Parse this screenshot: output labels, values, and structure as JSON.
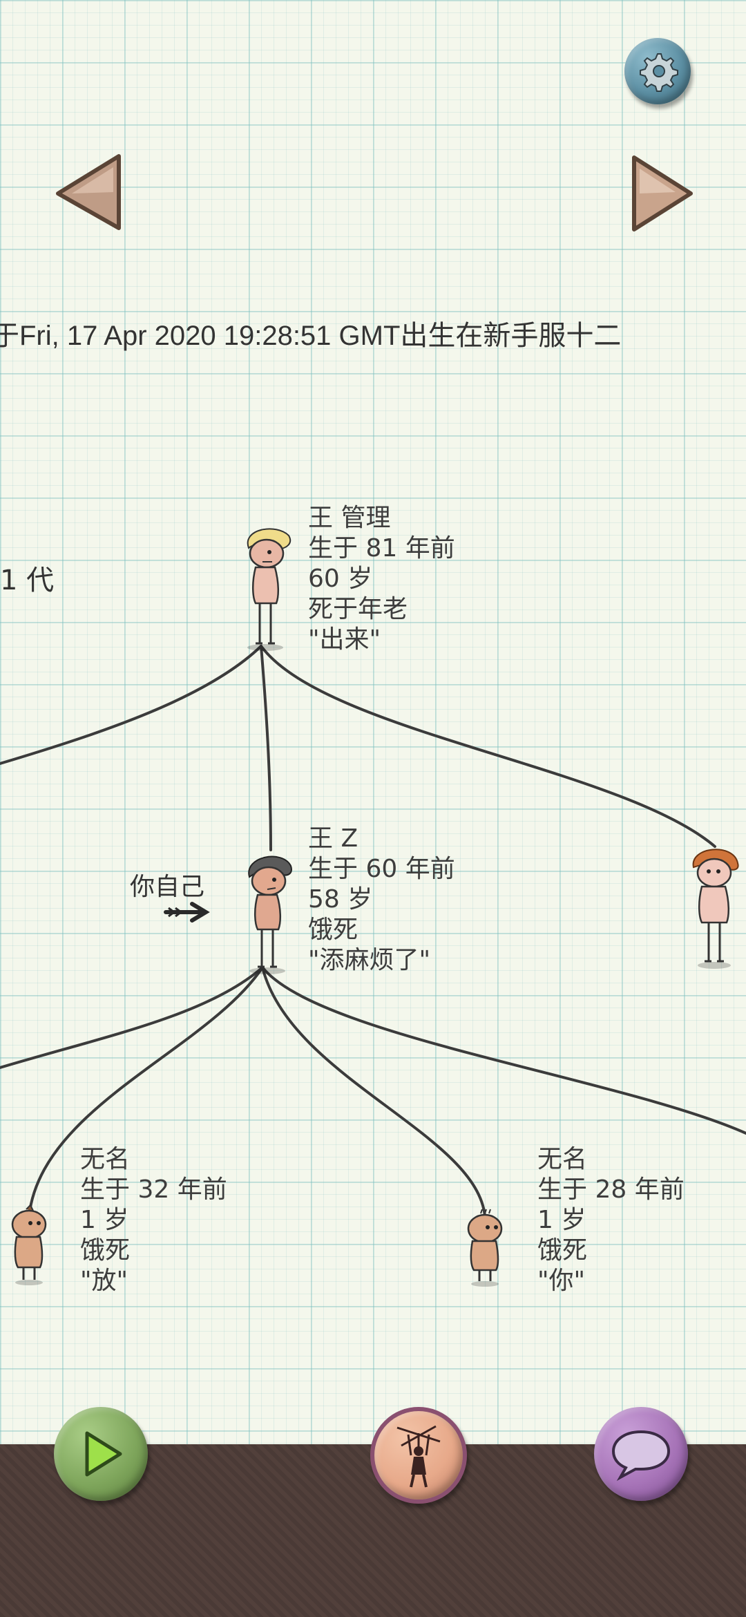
{
  "header": {
    "birth_line": "于Fri, 17 Apr 2020 19:28:51 GMT出生在新手服十二",
    "generation": "1 代"
  },
  "self_marker": "你自己",
  "people": {
    "root": {
      "name": "王 管理",
      "born": "生于 81 年前",
      "age": "60 岁",
      "death": "死于年老",
      "quote": "\"出来\""
    },
    "self": {
      "name": "王 Z",
      "born": "生于 60 年前",
      "age": "58 岁",
      "death": "饿死",
      "quote": "\"添麻烦了\""
    },
    "child1": {
      "name": "无名",
      "born": "生于 32 年前",
      "age": "1 岁",
      "death": "饿死",
      "quote": "\"放\""
    },
    "child2": {
      "name": "无名",
      "born": "生于 28 年前",
      "age": "1 岁",
      "death": "饿死",
      "quote": "\"你\""
    }
  },
  "icons": {
    "settings": "gear-icon",
    "prev": "left-arrow-icon",
    "next": "right-arrow-icon",
    "play": "play-icon",
    "puppet": "puppet-icon",
    "chat": "speech-bubble-icon"
  },
  "colors": {
    "grid": "#78bebe",
    "paper": "#f4f7ec",
    "ground": "#4a3a36",
    "gear_button": "#5c8fa3",
    "arrow": "#c9a48c",
    "play_button": "#7fa65c",
    "puppet_button": "#e7a98a",
    "chat_button": "#a774b8"
  }
}
